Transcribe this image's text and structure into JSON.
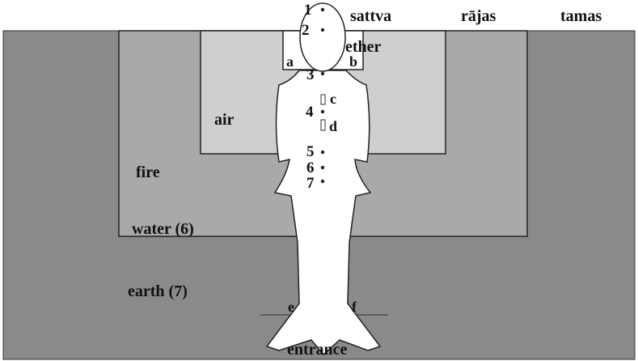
{
  "colors": {
    "background": "#ffffff",
    "tamas": "#8a8a8a",
    "rajas": "#a9a9a9",
    "sattva": "#cfcfcf",
    "body_fill": "#ffffff",
    "stroke": "#222222"
  },
  "gunas": {
    "sattva": "sattva",
    "rajas": "rājas",
    "tamas": "tamas"
  },
  "elements": {
    "ether": "ether",
    "air": "air",
    "fire": "fire",
    "water": "water (6)",
    "earth": "earth (7)"
  },
  "points": [
    "1",
    "2",
    "3",
    "4",
    "5",
    "6",
    "7"
  ],
  "letters": {
    "a": "a",
    "b": "b",
    "c": "c",
    "d": "d",
    "e": "e",
    "f": "f"
  },
  "entrance": "entrance"
}
